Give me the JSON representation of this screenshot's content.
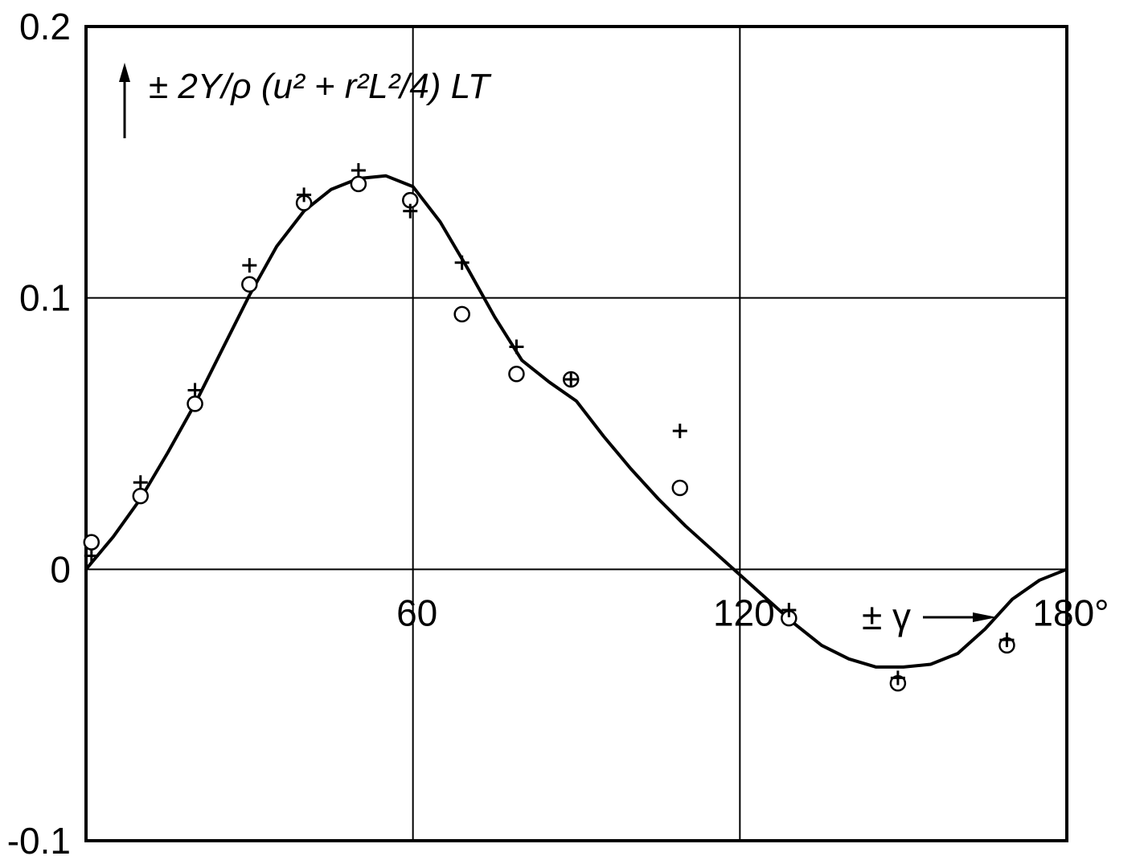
{
  "chart_data": {
    "type": "scatter",
    "title": "",
    "ylabel": "± 2Y/ρ (u² + r²L²/4) LT",
    "xlabel": "± γ",
    "x_unit_label": "180°",
    "xlim": [
      0,
      180
    ],
    "ylim": [
      -0.1,
      0.2
    ],
    "x_ticks": [
      {
        "value": 60,
        "label": "60"
      },
      {
        "value": 120,
        "label": "120"
      },
      {
        "value": 180,
        "label": "180°"
      }
    ],
    "y_ticks": [
      {
        "value": 0.2,
        "label": "0.2"
      },
      {
        "value": 0.1,
        "label": "0.1"
      },
      {
        "value": 0,
        "label": "0"
      },
      {
        "value": -0.1,
        "label": "-0.1"
      }
    ],
    "grid": true,
    "series": [
      {
        "marker": "circle",
        "points": [
          [
            1,
            0.01
          ],
          [
            10,
            0.027
          ],
          [
            20,
            0.061
          ],
          [
            30,
            0.105
          ],
          [
            40,
            0.135
          ],
          [
            50,
            0.142
          ],
          [
            59.5,
            0.136
          ],
          [
            69,
            0.094
          ],
          [
            79,
            0.072
          ],
          [
            89,
            0.07
          ],
          [
            109,
            0.03
          ],
          [
            129,
            -0.018
          ],
          [
            149,
            -0.042
          ],
          [
            169,
            -0.028
          ]
        ]
      },
      {
        "marker": "plus",
        "points": [
          [
            1,
            0.005
          ],
          [
            10,
            0.032
          ],
          [
            20,
            0.066
          ],
          [
            30,
            0.112
          ],
          [
            40,
            0.138
          ],
          [
            50,
            0.147
          ],
          [
            59.5,
            0.132
          ],
          [
            69,
            0.113
          ],
          [
            79,
            0.082
          ],
          [
            89,
            0.07
          ],
          [
            109,
            0.051
          ],
          [
            129,
            -0.015
          ],
          [
            149,
            -0.04
          ],
          [
            169,
            -0.026
          ]
        ]
      },
      {
        "type": "line",
        "points": [
          [
            0,
            0.0
          ],
          [
            5,
            0.012
          ],
          [
            10,
            0.026
          ],
          [
            15,
            0.043
          ],
          [
            20,
            0.061
          ],
          [
            25,
            0.081
          ],
          [
            30,
            0.101
          ],
          [
            35,
            0.119
          ],
          [
            40,
            0.132
          ],
          [
            45,
            0.14
          ],
          [
            50,
            0.144
          ],
          [
            55,
            0.145
          ],
          [
            60,
            0.141
          ],
          [
            65,
            0.128
          ],
          [
            70,
            0.111
          ],
          [
            75,
            0.093
          ],
          [
            80,
            0.077
          ],
          [
            85,
            0.069
          ],
          [
            90,
            0.062
          ],
          [
            95,
            0.049
          ],
          [
            100,
            0.037
          ],
          [
            105,
            0.026
          ],
          [
            110,
            0.016
          ],
          [
            115,
            0.007
          ],
          [
            120,
            -0.002
          ],
          [
            125,
            -0.011
          ],
          [
            130,
            -0.02
          ],
          [
            135,
            -0.028
          ],
          [
            140,
            -0.033
          ],
          [
            145,
            -0.036
          ],
          [
            150,
            -0.036
          ],
          [
            155,
            -0.035
          ],
          [
            160,
            -0.031
          ],
          [
            165,
            -0.022
          ],
          [
            170,
            -0.011
          ],
          [
            175,
            -0.004
          ],
          [
            180,
            0.0
          ]
        ]
      }
    ]
  }
}
